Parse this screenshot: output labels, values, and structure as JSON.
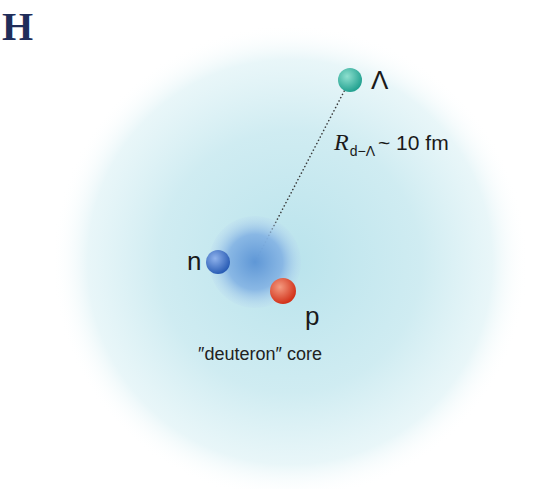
{
  "diagram": {
    "title": "H",
    "nodes": [
      {
        "text": [
          "″deuteron″ core"
        ]
      },
      {
        "text": [
          "n"
        ],
        "in": 0
      },
      {
        "text": [
          "p"
        ],
        "in": 0
      },
      {
        "text": [
          "Λ"
        ]
      }
    ],
    "edges": [
      {
        "from": 0,
        "to": 3,
        "label": "~ 10 fm",
        "arrow": "none"
      }
    ],
    "labels": [
      "R",
      "d−Λ"
    ]
  }
}
